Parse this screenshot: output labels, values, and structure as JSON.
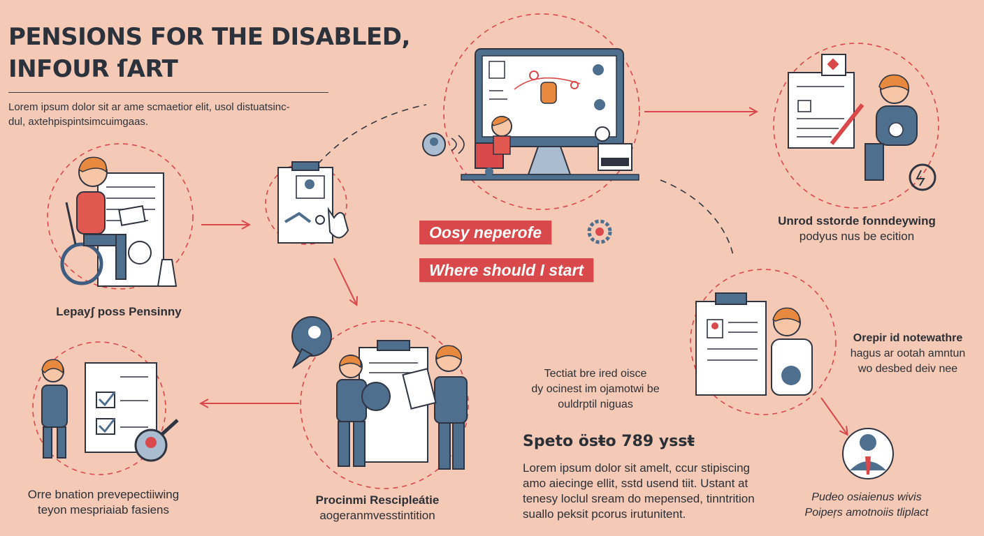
{
  "header": {
    "title_line1": "PENSIONS FOR THE DISABLED,",
    "title_line2": "INFOUR ſART",
    "intro_line1": "Lorem ipsum dolor sit ar ame scmaetior elit, usol distuatsinc-",
    "intro_line2": "dul, axtehpispintsimcuimgaas."
  },
  "tags": {
    "tag1": "Oosy neperofe",
    "tag2": "Where should I start"
  },
  "steps": {
    "wheelchair_form": {
      "label": "Lepayʃ poss Pensinny"
    },
    "top_right_form": {
      "line1": "Unrod sstorde fonndeywing",
      "line2": "podyus nus be ecition"
    },
    "right_form": {
      "line1": "Orepir id notewathre",
      "line2": "hagus ar ootah amntun",
      "line3": "wo desbed deiv nee"
    },
    "center_bottom": {
      "line1": "Procinmi Rescipleátie",
      "line2": "aogeranmvesstintition"
    },
    "bottom_left": {
      "line1": "Orre bnation prevepectiiwing",
      "line2": "teyon mespriaiab fasiens"
    },
    "middle_note": {
      "line1": "Tectiat bre ired oisce",
      "line2": "dy ocinest im ojamotwi be",
      "line3": "ouldrptil niguas"
    },
    "bottom_right_figure": {
      "line1": "Pudeo osiaienus wivis",
      "line2": "Poipeŗs amotnoiis tliplact"
    }
  },
  "spec": {
    "heading": "Speto ösŧo 789 yssŧ",
    "line1": "Lorem ipsum dolor sit amelt, ccur stipiscing",
    "line2": "amo aiecinge ellit, sstd usend tiit.  Ustant at",
    "line3": "tenesy loclul sream do mepensed, tinntrition",
    "line4": "suallo peksit pcorus irutunitent."
  },
  "colors": {
    "background": "#f4c9b6",
    "accent_red": "#d9484a",
    "dark": "#2c323c",
    "slate_blue": "#4f6f8f"
  }
}
